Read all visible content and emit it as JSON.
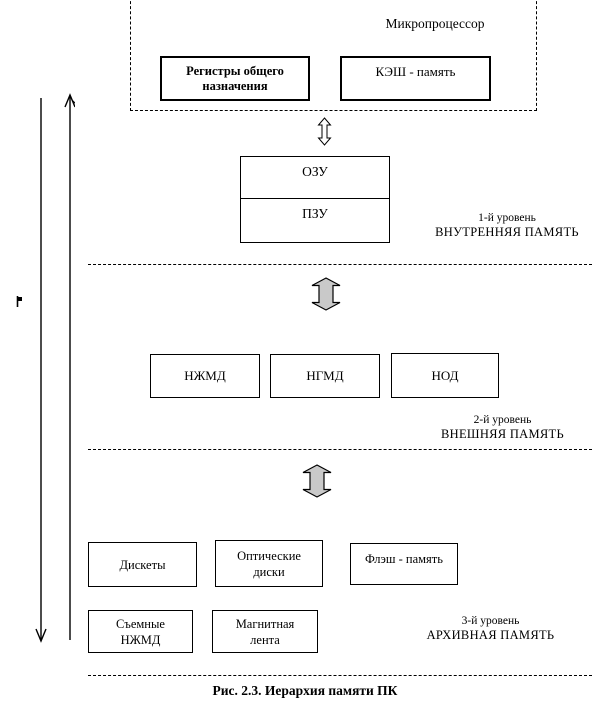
{
  "colors": {
    "ink": "#000000",
    "background": "#ffffff",
    "big_arrow_fill": "#c9c9c9"
  },
  "icons": {
    "small_double_arrow": "⇕",
    "big_double_arrow": "⬍",
    "up_arrow": "↑",
    "down_arrow": "↓"
  },
  "microprocessor": {
    "label": "Микропроцессор",
    "registers": "Регистры общего\nназначения",
    "cache": "КЭШ - память"
  },
  "level1": {
    "ram": "ОЗУ",
    "rom": "ПЗУ",
    "level_label": "1-й уровень",
    "level_name": "ВНУТРЕННЯЯ ПАМЯТЬ"
  },
  "level2": {
    "boxes": [
      "НЖМД",
      "НГМД",
      "НОД"
    ],
    "level_label": "2-й уровень",
    "level_name": "ВНЕШНЯЯ ПАМЯТЬ"
  },
  "level3": {
    "row1": [
      "Дискеты",
      "Оптические\nдиски",
      "Флэш - память"
    ],
    "row2": [
      "Съемные\nНЖМД",
      "Магнитная\nлента"
    ],
    "level_label": "3-й уровень",
    "level_name": "АРХИВНАЯ ПАМЯТЬ"
  },
  "caption": "Рис. 2.3. Иерархия памяти ПК"
}
